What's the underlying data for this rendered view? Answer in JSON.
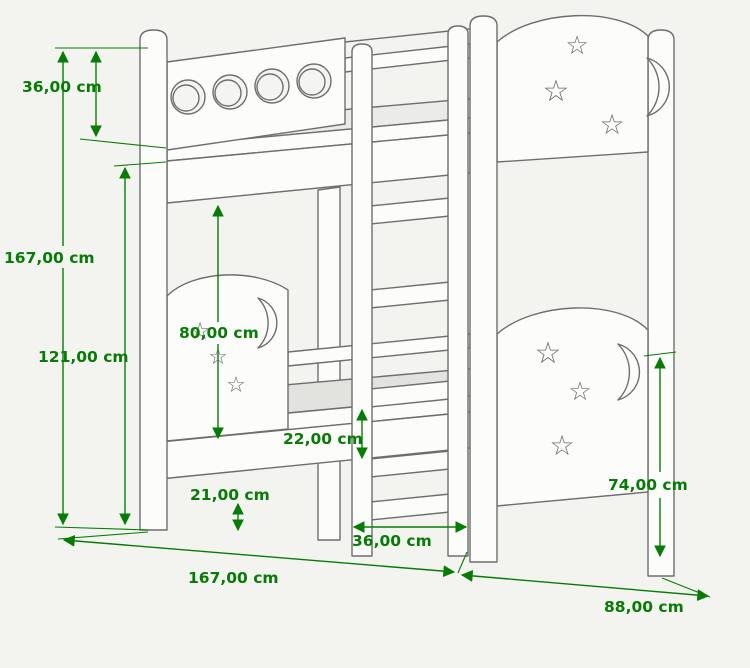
{
  "page": {
    "background": "#f3f3f0"
  },
  "diagram": {
    "subject": "children bunk bed dimension drawing",
    "unit": "cm",
    "accent_color": "#067c06",
    "line_color": "#6e6e6e",
    "glyphs": {
      "star": "☆"
    },
    "labels": {
      "top_panel_height": "36,00 cm",
      "total_height": "167,00 cm",
      "side_height": "121,00 cm",
      "under_bunk_clearance": "80,00 cm",
      "frame_depth": "22,00 cm",
      "floor_clearance": "21,00 cm",
      "ladder_width": "36,00 cm",
      "total_length": "167,00 cm",
      "footboard_height": "74,00 cm",
      "total_depth": "88,00 cm"
    }
  }
}
